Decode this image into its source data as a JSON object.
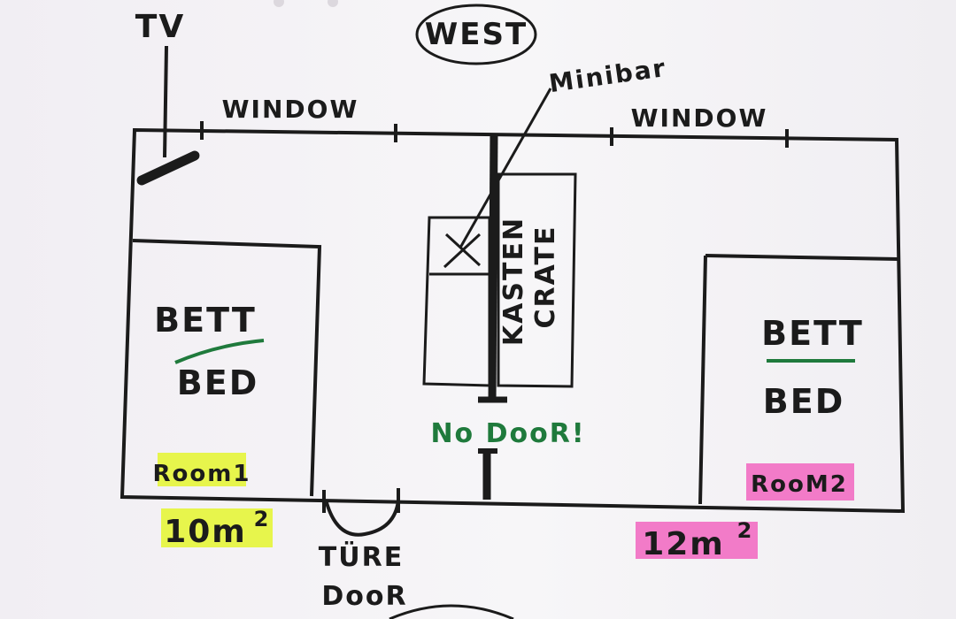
{
  "labels": {
    "tv": "TV",
    "west": "WEST",
    "window_left": "WINDOW",
    "window_right": "WINDOW",
    "minibar": "Minibar",
    "kasten": "KASTEN",
    "crate": "CRATE",
    "bett_left": "BETT",
    "bed_left": "BED",
    "bett_right": "BETT",
    "bed_right": "BED",
    "no_door": "No DooR!",
    "room1": "Room1",
    "room2": "RooM2",
    "area_room1": "10m",
    "area_room1_exp": "2",
    "area_room2": "12m",
    "area_room2_exp": "2",
    "tuere": "TÜRE",
    "door": "DooR"
  },
  "colors": {
    "ink": "#1b1b1b",
    "green_ink": "#1f7a3c",
    "highlight_yellow": "#e6f53a",
    "highlight_pink": "#f26ec3"
  }
}
